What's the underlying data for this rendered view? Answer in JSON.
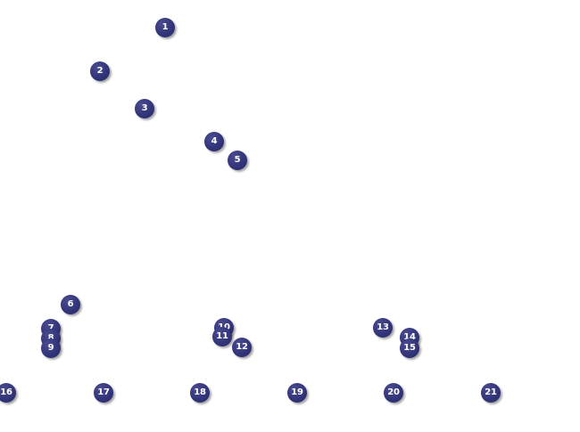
{
  "marker_color": "#33357a",
  "label_color": "#ffffff",
  "markers": [
    {
      "id": 1,
      "label": "1"
    },
    {
      "id": 2,
      "label": "2"
    },
    {
      "id": 3,
      "label": "3"
    },
    {
      "id": 4,
      "label": "4"
    },
    {
      "id": 5,
      "label": "5"
    },
    {
      "id": 6,
      "label": "6"
    },
    {
      "id": 7,
      "label": "7"
    },
    {
      "id": 8,
      "label": "8"
    },
    {
      "id": 9,
      "label": "9"
    },
    {
      "id": 10,
      "label": "10"
    },
    {
      "id": 11,
      "label": "11"
    },
    {
      "id": 12,
      "label": "12"
    },
    {
      "id": 13,
      "label": "13"
    },
    {
      "id": 14,
      "label": "14"
    },
    {
      "id": 15,
      "label": "15"
    },
    {
      "id": 16,
      "label": "16"
    },
    {
      "id": 17,
      "label": "17"
    },
    {
      "id": 18,
      "label": "18"
    },
    {
      "id": 19,
      "label": "19"
    },
    {
      "id": 20,
      "label": "20"
    },
    {
      "id": 21,
      "label": "21"
    }
  ]
}
